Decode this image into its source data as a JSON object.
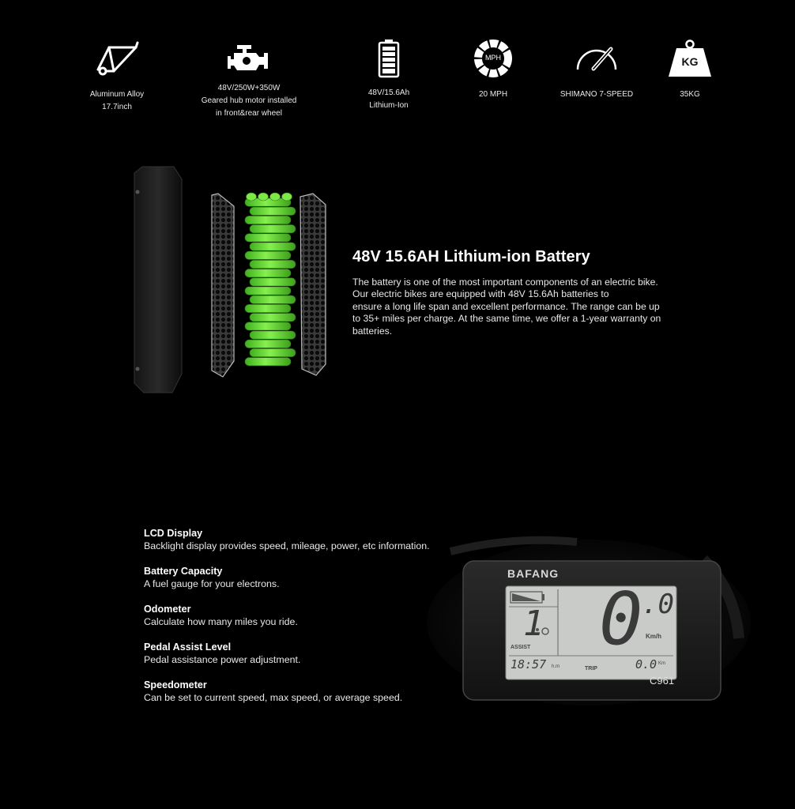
{
  "specs": [
    {
      "icon": "bike-frame-icon",
      "lines": [
        "Aluminum Alloy",
        "17.7inch"
      ]
    },
    {
      "icon": "motor-icon",
      "lines": [
        "48V/250W+350W",
        "Geared hub motor installed",
        "in front&rear wheel"
      ]
    },
    {
      "icon": "battery-icon",
      "lines": [
        "48V/15.6Ah",
        "Lithium-Ion"
      ]
    },
    {
      "icon": "speed-gauge-icon",
      "badge": "MPH",
      "lines": [
        "20 MPH"
      ]
    },
    {
      "icon": "speedometer-icon",
      "lines": [
        "SHIMANO 7-SPEED"
      ]
    },
    {
      "icon": "weight-icon",
      "badge": "KG",
      "lines": [
        "35KG"
      ]
    }
  ],
  "battery": {
    "title": "48V 15.6AH Lithium-ion Battery",
    "description_lines": [
      "The battery is one of the most important components of an electric bike.",
      "Our electric bikes are equipped with 48V 15.6Ah batteries to",
      "ensure a long life span and excellent performance. The range can be up",
      "to 35+ miles per charge. At the same time, we offer a 1-year warranty on",
      "batteries."
    ]
  },
  "features": [
    {
      "title": "LCD Display",
      "desc": "Backlight display provides speed, mileage, power, etc information."
    },
    {
      "title": "Battery Capacity",
      "desc": "A fuel gauge for your electrons."
    },
    {
      "title": "Odometer",
      "desc": "Calculate how many miles you ride."
    },
    {
      "title": "Pedal Assist Level",
      "desc": "Pedal assistance power adjustment."
    },
    {
      "title": "Speedometer",
      "desc": "Can be set to current speed, max speed, or average speed."
    }
  ],
  "lcd": {
    "brand": "BAFANG",
    "model": "C961",
    "assist_level": "1",
    "assist_label": "ASSIST",
    "speed_int": "0",
    "speed_dec": ".0",
    "speed_unit": "Km/h",
    "clock": "18:57",
    "clock_suffix": "h.m",
    "trip_label": "TRIP",
    "trip_value": "0.0",
    "trip_unit": "Km"
  },
  "colors": {
    "background": "#000000",
    "cell_green": "#6fe03a",
    "lcd_screen": "#c9cbc8"
  }
}
